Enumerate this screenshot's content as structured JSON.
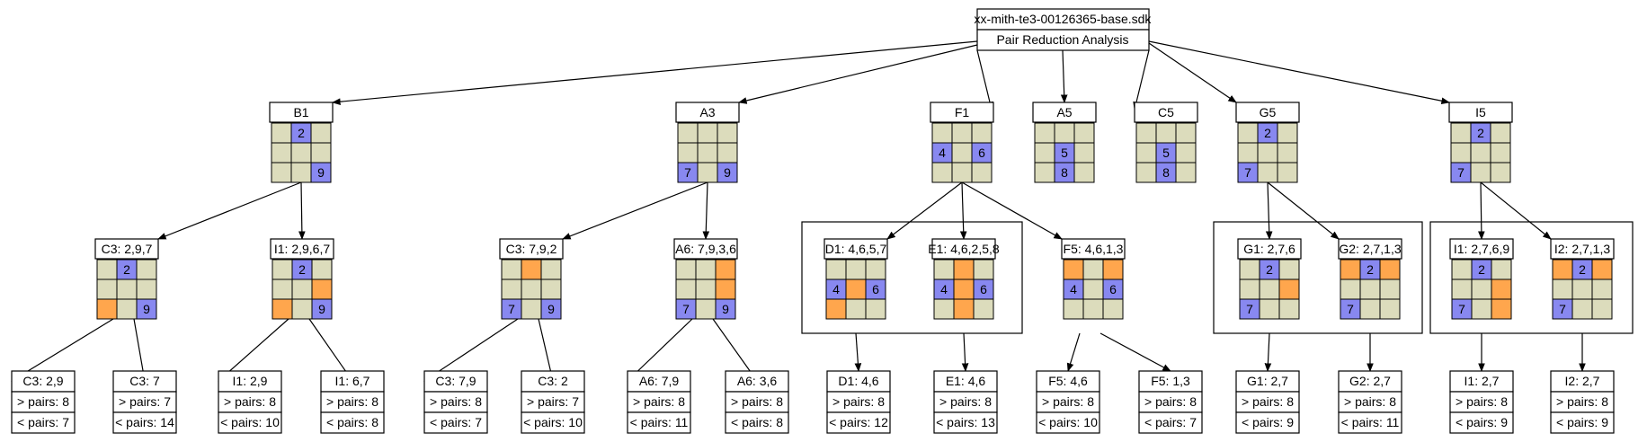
{
  "colors": {
    "blue": "#8888f0",
    "orange": "#ffa64d",
    "beige": "#dcdcbc",
    "line": "#000000"
  },
  "root": {
    "title": "xx-mith-te3-00126365-base.sdk",
    "subtitle": "Pair Reduction Analysis"
  },
  "level1": [
    {
      "label": "B1",
      "grid": [
        [
          "b",
          "B2",
          "b"
        ],
        [
          "b",
          "b",
          "b"
        ],
        [
          "b",
          "b",
          "B9"
        ]
      ]
    },
    {
      "label": "A3",
      "grid": [
        [
          "b",
          "b",
          "b"
        ],
        [
          "b",
          "b",
          "b"
        ],
        [
          "B7",
          "b",
          "B9"
        ]
      ]
    },
    {
      "label": "F1",
      "grid": [
        [
          "b",
          "b",
          "b"
        ],
        [
          "B4",
          "b",
          "B6"
        ],
        [
          "b",
          "b",
          "b"
        ]
      ]
    },
    {
      "label": "A5",
      "grid": [
        [
          "b",
          "b",
          "b"
        ],
        [
          "b",
          "B5",
          "b"
        ],
        [
          "b",
          "B8",
          "b"
        ]
      ]
    },
    {
      "label": "C5",
      "grid": [
        [
          "b",
          "b",
          "b"
        ],
        [
          "b",
          "B5",
          "b"
        ],
        [
          "b",
          "B8",
          "b"
        ]
      ]
    },
    {
      "label": "G5",
      "grid": [
        [
          "b",
          "B2",
          "b"
        ],
        [
          "b",
          "b",
          "b"
        ],
        [
          "B7",
          "b",
          "b"
        ]
      ]
    },
    {
      "label": "I5",
      "grid": [
        [
          "b",
          "B2",
          "b"
        ],
        [
          "b",
          "b",
          "b"
        ],
        [
          "B7",
          "b",
          "b"
        ]
      ]
    }
  ],
  "level2": [
    {
      "label": "C3: 2,9,7",
      "grid": [
        [
          "b",
          "B2",
          "b"
        ],
        [
          "b",
          "b",
          "b"
        ],
        [
          "o",
          "b",
          "B9"
        ]
      ]
    },
    {
      "label": "I1: 2,9,6,7",
      "grid": [
        [
          "b",
          "B2",
          "b"
        ],
        [
          "b",
          "b",
          "o"
        ],
        [
          "o",
          "b",
          "B9"
        ]
      ]
    },
    {
      "label": "C3: 7,9,2",
      "grid": [
        [
          "b",
          "o",
          "b"
        ],
        [
          "b",
          "b",
          "b"
        ],
        [
          "B7",
          "b",
          "B9"
        ]
      ]
    },
    {
      "label": "A6: 7,9,3,6",
      "grid": [
        [
          "b",
          "b",
          "o"
        ],
        [
          "b",
          "b",
          "o"
        ],
        [
          "B7",
          "b",
          "B9"
        ]
      ]
    },
    {
      "label": "D1: 4,6,5,7",
      "grid": [
        [
          "b",
          "b",
          "b"
        ],
        [
          "B4",
          "o",
          "B6"
        ],
        [
          "o",
          "b",
          "b"
        ]
      ]
    },
    {
      "label": "E1: 4,6,2,5,8",
      "grid": [
        [
          "b",
          "o",
          "b"
        ],
        [
          "B4",
          "o",
          "B6"
        ],
        [
          "b",
          "o",
          "b"
        ]
      ]
    },
    {
      "label": "F5: 4,6,1,3",
      "grid": [
        [
          "o",
          "b",
          "o"
        ],
        [
          "B4",
          "b",
          "B6"
        ],
        [
          "b",
          "b",
          "b"
        ]
      ]
    },
    {
      "label": "G1: 2,7,6",
      "grid": [
        [
          "b",
          "B2",
          "b"
        ],
        [
          "b",
          "b",
          "o"
        ],
        [
          "B7",
          "b",
          "b"
        ]
      ]
    },
    {
      "label": "G2: 2,7,1,3",
      "grid": [
        [
          "o",
          "B2",
          "o"
        ],
        [
          "b",
          "b",
          "b"
        ],
        [
          "B7",
          "b",
          "b"
        ]
      ]
    },
    {
      "label": "I1: 2,7,6,9",
      "grid": [
        [
          "b",
          "B2",
          "b"
        ],
        [
          "b",
          "b",
          "o"
        ],
        [
          "B7",
          "b",
          "o"
        ]
      ]
    },
    {
      "label": "I2: 2,7,1,3",
      "grid": [
        [
          "o",
          "B2",
          "o"
        ],
        [
          "b",
          "b",
          "b"
        ],
        [
          "B7",
          "b",
          "b"
        ]
      ]
    }
  ],
  "level3": [
    {
      "label": "C3: 2,9",
      "more": "> pairs: 8",
      "less": "< pairs: 7"
    },
    {
      "label": "C3: 7",
      "more": "> pairs: 7",
      "less": "< pairs: 14"
    },
    {
      "label": "I1: 2,9",
      "more": "> pairs: 8",
      "less": "< pairs: 10"
    },
    {
      "label": "I1: 6,7",
      "more": "> pairs: 8",
      "less": "< pairs: 8"
    },
    {
      "label": "C3: 7,9",
      "more": "> pairs: 8",
      "less": "< pairs: 7"
    },
    {
      "label": "C3: 2",
      "more": "> pairs: 7",
      "less": "< pairs: 10"
    },
    {
      "label": "A6: 7,9",
      "more": "> pairs: 8",
      "less": "< pairs: 11"
    },
    {
      "label": "A6: 3,6",
      "more": "> pairs: 8",
      "less": "< pairs: 8"
    },
    {
      "label": "D1: 4,6",
      "more": "> pairs: 8",
      "less": "< pairs: 12"
    },
    {
      "label": "E1: 4,6",
      "more": "> pairs: 8",
      "less": "< pairs: 13"
    },
    {
      "label": "F5: 4,6",
      "more": "> pairs: 8",
      "less": "< pairs: 10"
    },
    {
      "label": "F5: 1,3",
      "more": "> pairs: 8",
      "less": "< pairs: 7"
    },
    {
      "label": "G1: 2,7",
      "more": "> pairs: 8",
      "less": "< pairs: 9"
    },
    {
      "label": "G2: 2,7",
      "more": "> pairs: 8",
      "less": "< pairs: 11"
    },
    {
      "label": "I1: 2,7",
      "more": "> pairs: 8",
      "less": "< pairs: 9"
    },
    {
      "label": "I2: 2,7",
      "more": "> pairs: 8",
      "less": "< pairs: 9"
    }
  ]
}
